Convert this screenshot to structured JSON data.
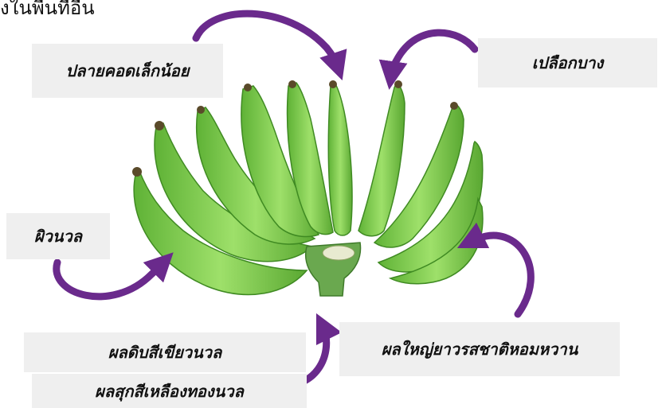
{
  "header": {
    "partial_text": "งในพื้นที่อื่น"
  },
  "labels": {
    "small_tip": "ปลายคอดเล็กน้อย",
    "thin_peel": "เปลือกบาง",
    "smooth_skin": "ผิวนวล",
    "large_fruit": "ผลใหญ่ยาวรสชาติหอมหวาน",
    "raw_color": "ผลดิบสีเขียวนวล",
    "ripe_color": "ผลสุกสีเหลืองทองนวล"
  },
  "colors": {
    "arrow": "#6a2a8c",
    "box": "#efefef",
    "banana": "#7ecf4a",
    "banana_dark": "#4e9a2c",
    "stem": "#6aa84f"
  }
}
